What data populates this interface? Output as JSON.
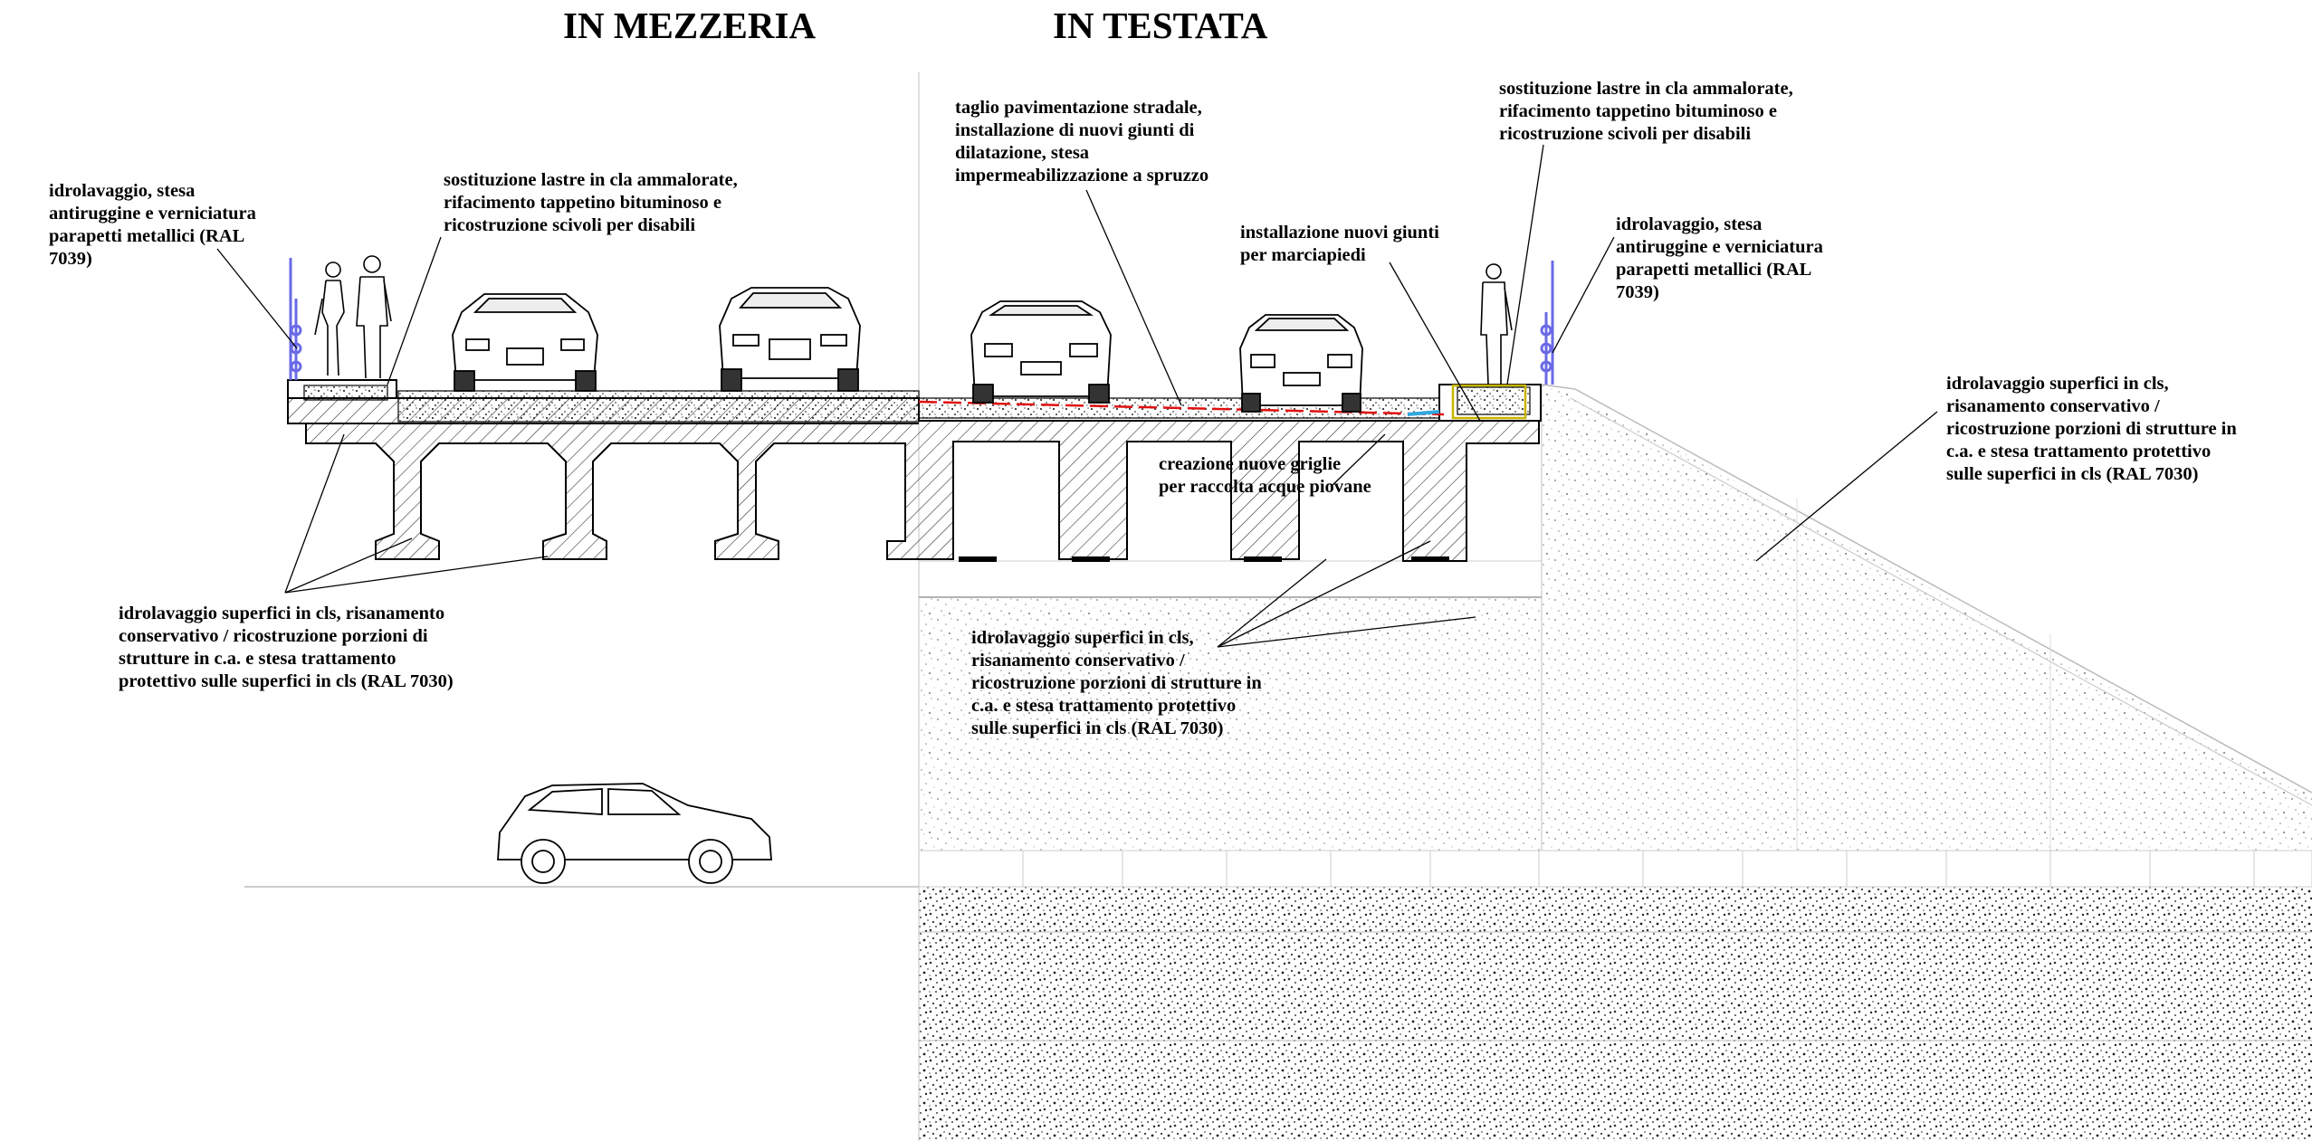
{
  "titles": {
    "left": "IN MEZZERIA",
    "right": "IN TESTATA"
  },
  "annotations": {
    "parapetti_left": [
      "idrolavaggio, stesa",
      "antiruggine e verniciatura",
      "parapetti metallici (RAL",
      "7039)"
    ],
    "lastre_left": [
      "sostituzione lastre in cla ammalorate,",
      "rifacimento tappetino bituminoso e",
      "ricostruzione scivoli per disabili"
    ],
    "taglio": [
      "taglio pavimentazione stradale,",
      "installazione di nuovi giunti di",
      "dilatazione, stesa",
      "impermeabilizzazione a spruzzo"
    ],
    "lastre_right": [
      "sostituzione lastre in cla ammalorate,",
      "rifacimento tappetino bituminoso e",
      "ricostruzione scivoli per disabili"
    ],
    "giunti_marciapiedi": [
      "installazione nuovi giunti",
      "per marciapiedi"
    ],
    "parapetti_right": [
      "idrolavaggio, stesa",
      "antiruggine e verniciatura",
      "parapetti metallici (RAL",
      "7039)"
    ],
    "cls_right": [
      "idrolavaggio superfici in cls,",
      "risanamento conservativo /",
      "ricostruzione porzioni di strutture in",
      "c.a. e stesa trattamento protettivo",
      "sulle superfici in cls (RAL 7030)"
    ],
    "griglie": [
      "creazione nuove griglie",
      "per raccolta acque piovane"
    ],
    "cls_left": [
      "idrolavaggio superfici in cls, risanamento",
      "conservativo / ricostruzione porzioni di",
      "strutture in c.a. e stesa trattamento",
      "protettivo sulle superfici in cls (RAL 7030)"
    ],
    "cls_center": [
      "idrolavaggio superfici in cls,",
      "risanamento conservativo /",
      "ricostruzione porzioni di strutture in",
      "c.a. e stesa trattamento protettivo",
      "sulle superfici in cls (RAL 7030)"
    ]
  },
  "colors": {
    "line": "#000000",
    "ground_line": "#bbbbbb",
    "parapet": "#6a6ae6",
    "joint": "#e01010",
    "sidewalk_joint": "#c8b400",
    "grate": "#30a8e0"
  }
}
